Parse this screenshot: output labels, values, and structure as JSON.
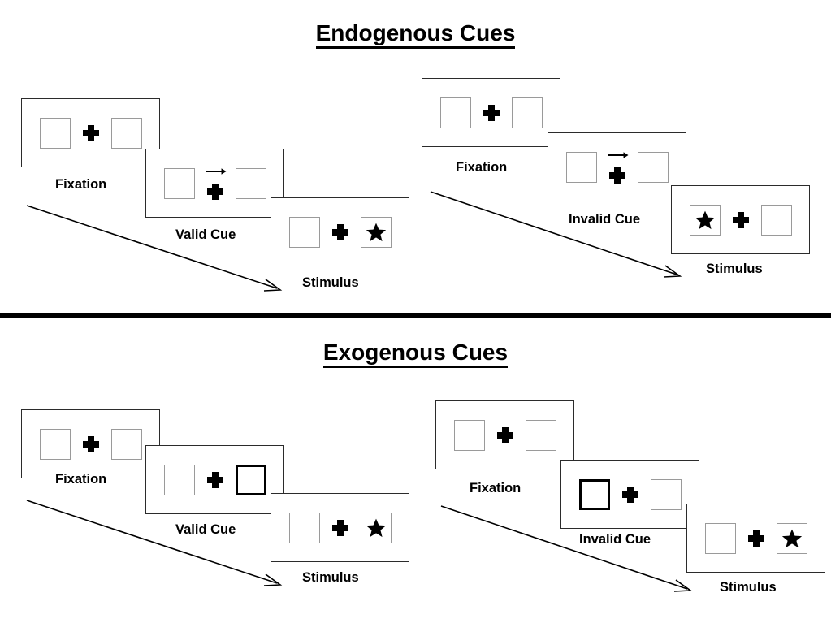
{
  "figure": {
    "background": "#ffffff",
    "stroke": "#2b2b2b",
    "box_border": "#9a9a9a",
    "cue_border": "#000000"
  },
  "sections": [
    {
      "id": "endogenous",
      "title": "Endogenous Cues",
      "cue_type": "central-arrow",
      "sequences": [
        {
          "id": "endogenous-valid",
          "frames": [
            {
              "caption": "Fixation",
              "left_box": "empty",
              "right_box": "empty",
              "arrow_cue": "none",
              "cued_side": "none"
            },
            {
              "caption": "Valid Cue",
              "left_box": "empty",
              "right_box": "empty",
              "arrow_cue": "right",
              "cued_side": "none"
            },
            {
              "caption": "Stimulus",
              "left_box": "empty",
              "right_box": "star",
              "arrow_cue": "none",
              "cued_side": "none"
            }
          ]
        },
        {
          "id": "endogenous-invalid",
          "frames": [
            {
              "caption": "Fixation",
              "left_box": "empty",
              "right_box": "empty",
              "arrow_cue": "none",
              "cued_side": "none"
            },
            {
              "caption": "Invalid Cue",
              "left_box": "empty",
              "right_box": "empty",
              "arrow_cue": "right",
              "cued_side": "none"
            },
            {
              "caption": "Stimulus",
              "left_box": "star",
              "right_box": "empty",
              "arrow_cue": "none",
              "cued_side": "none"
            }
          ]
        }
      ]
    },
    {
      "id": "exogenous",
      "title": "Exogenous Cues",
      "cue_type": "peripheral-box-flash",
      "sequences": [
        {
          "id": "exogenous-valid",
          "frames": [
            {
              "caption": "Fixation",
              "left_box": "empty",
              "right_box": "empty",
              "arrow_cue": "none",
              "cued_side": "none"
            },
            {
              "caption": "Valid Cue",
              "left_box": "empty",
              "right_box": "empty",
              "arrow_cue": "none",
              "cued_side": "right"
            },
            {
              "caption": "Stimulus",
              "left_box": "empty",
              "right_box": "star",
              "arrow_cue": "none",
              "cued_side": "none"
            }
          ]
        },
        {
          "id": "exogenous-invalid",
          "frames": [
            {
              "caption": "Fixation",
              "left_box": "empty",
              "right_box": "empty",
              "arrow_cue": "none",
              "cued_side": "none"
            },
            {
              "caption": "Invalid Cue",
              "left_box": "empty",
              "right_box": "empty",
              "arrow_cue": "none",
              "cued_side": "left"
            },
            {
              "caption": "Stimulus",
              "left_box": "empty",
              "right_box": "star",
              "arrow_cue": "none",
              "cued_side": "none"
            }
          ]
        }
      ]
    }
  ],
  "flow_arrows": [
    {
      "id": "endogenous-left-time-arrow",
      "meaning": "time"
    },
    {
      "id": "endogenous-right-time-arrow",
      "meaning": "time"
    },
    {
      "id": "exogenous-left-time-arrow",
      "meaning": "time"
    },
    {
      "id": "exogenous-right-time-arrow",
      "meaning": "time"
    }
  ],
  "icons": {
    "fixation_cross": "plus-icon",
    "cue_arrow": "arrow-right-icon",
    "target": "star-icon",
    "time_flow": "arrow-diagonal-icon"
  }
}
